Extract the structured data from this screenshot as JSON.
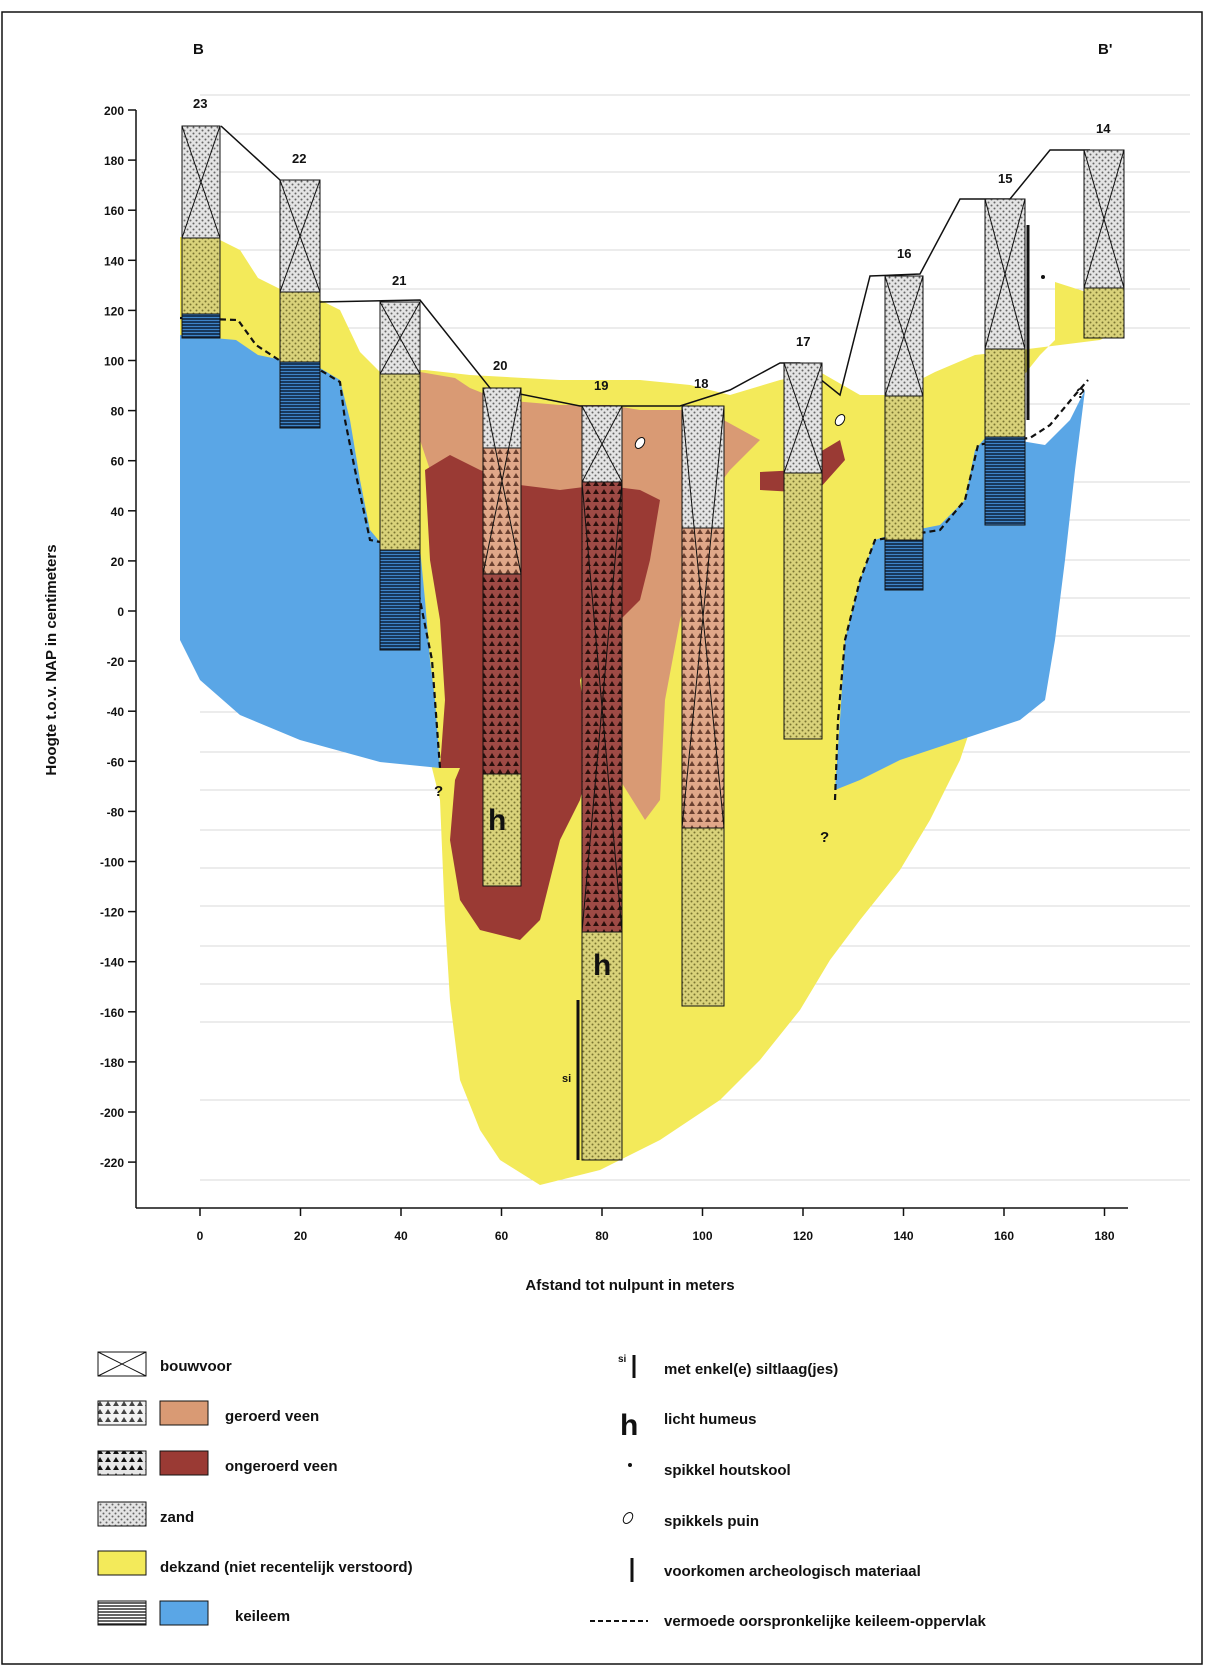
{
  "section": {
    "start_label": "B",
    "end_label": "B'"
  },
  "axes": {
    "ylabel": "Hoogte t.o.v. NAP in centimeters",
    "xlabel": "Afstand tot nulpunt in meters",
    "yticks": [
      "200",
      "180",
      "160",
      "140",
      "120",
      "100",
      "80",
      "60",
      "40",
      "20",
      "0",
      "-20",
      "-40",
      "-60",
      "-80",
      "-100",
      "-120",
      "-140",
      "-160",
      "-180",
      "-200",
      "-220"
    ],
    "xticks": [
      "0",
      "20",
      "40",
      "60",
      "80",
      "100",
      "120",
      "140",
      "160",
      "180"
    ]
  },
  "boreholes": [
    "23",
    "22",
    "21",
    "20",
    "19",
    "18",
    "17",
    "16",
    "15",
    "14"
  ],
  "markers": {
    "question": "?",
    "silt": "si",
    "humus": "h"
  },
  "colors": {
    "geroerd_veen": "#d99a74",
    "ongeroerd_veen": "#9a3a34",
    "dekzand": "#f3ea5a",
    "keileem": "#5aa6e6"
  },
  "legend": {
    "bouwvoor": "bouwvoor",
    "geroerd_veen": "geroerd veen",
    "ongeroerd_veen": "ongeroerd veen",
    "zand": "zand",
    "dekzand": "dekzand (niet recentelijk verstoord)",
    "keileem": "keileem",
    "silt": "met enkel(e) siltlaag(jes)",
    "humus": "licht humeus",
    "houtskool": "spikkel houtskool",
    "puin": "spikkels puin",
    "archeologie": "voorkomen archeologisch materiaal",
    "keileem_oppervlak": "vermoede oorspronkelijke keileem-oppervlak"
  }
}
